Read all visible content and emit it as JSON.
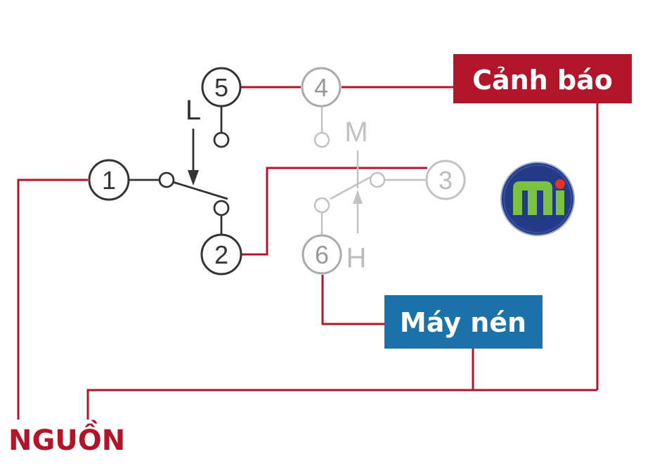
{
  "terminals": {
    "t1": "1",
    "t2": "2",
    "t3": "3",
    "t4": "4",
    "t5": "5",
    "t6": "6"
  },
  "switch_labels": {
    "low": "L",
    "medium": "M",
    "high": "H"
  },
  "labels": {
    "warning": "Cảnh báo",
    "compressor": "Máy nén",
    "power_source": "NGUỒN"
  },
  "icons": {
    "logo": "mi-logo"
  },
  "colors": {
    "wire": "#b0152a",
    "warning_box": "#b0152a",
    "compressor_box": "#1a72a8",
    "source_text": "#b0152a",
    "terminal_active": "#333333",
    "terminal_faded": "#b8b8b8",
    "logo_bg": "#233a86",
    "logo_letter": "#7cc242",
    "logo_dot": "#e4322b"
  }
}
